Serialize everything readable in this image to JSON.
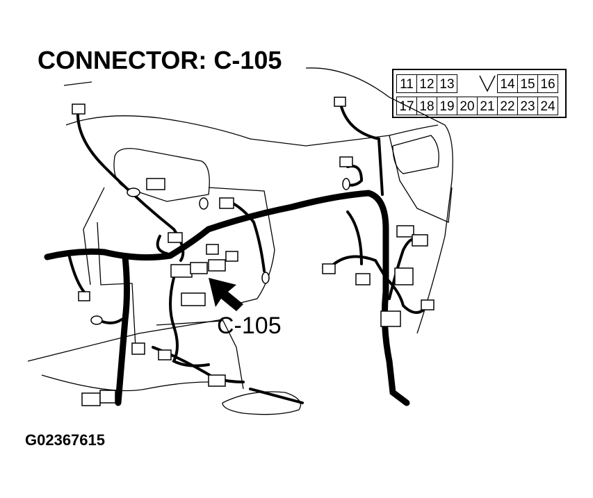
{
  "title": "CONNECTOR: C-105",
  "callout_label": "C-105",
  "figure_id": "G02367615",
  "connector_pins": {
    "row1": [
      "11",
      "12",
      "13",
      "",
      "",
      "14",
      "15",
      "16"
    ],
    "row2": [
      "17",
      "18",
      "19",
      "20",
      "21",
      "22",
      "23",
      "24"
    ]
  }
}
